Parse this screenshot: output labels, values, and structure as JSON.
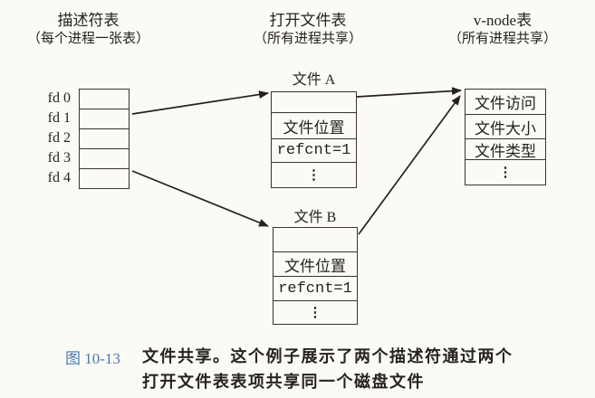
{
  "colors": {
    "background": "#fbfaf4",
    "ink": "#262320",
    "line": "#39352f",
    "caption_label_blue": "#4579b2"
  },
  "headers": {
    "descriptor": {
      "title": "描述符表",
      "subtitle": "（每个进程一张表）"
    },
    "open_file": {
      "title": "打开文件表",
      "subtitle": "（所有进程共享）"
    },
    "vnode": {
      "title": "v-node表",
      "subtitle": "（所有进程共享）"
    }
  },
  "descriptor_table": {
    "fd_labels": [
      "fd 0",
      "fd 1",
      "fd 2",
      "fd 3",
      "fd 4"
    ]
  },
  "file_a": {
    "title": "文件 A",
    "position_label": "文件位置",
    "refcnt_label": "refcnt=1",
    "ellipsis": "⋮"
  },
  "file_b": {
    "title": "文件 B",
    "position_label": "文件位置",
    "refcnt_label": "refcnt=1",
    "ellipsis": "⋮"
  },
  "vnode_table": {
    "rows": [
      "文件访问",
      "文件大小",
      "文件类型"
    ],
    "ellipsis": "⋮"
  },
  "caption": {
    "label": "图 10-13",
    "line1": "文件共享。这个例子展示了两个描述符通过两个",
    "line2": "打开文件表表项共享同一个磁盘文件"
  }
}
